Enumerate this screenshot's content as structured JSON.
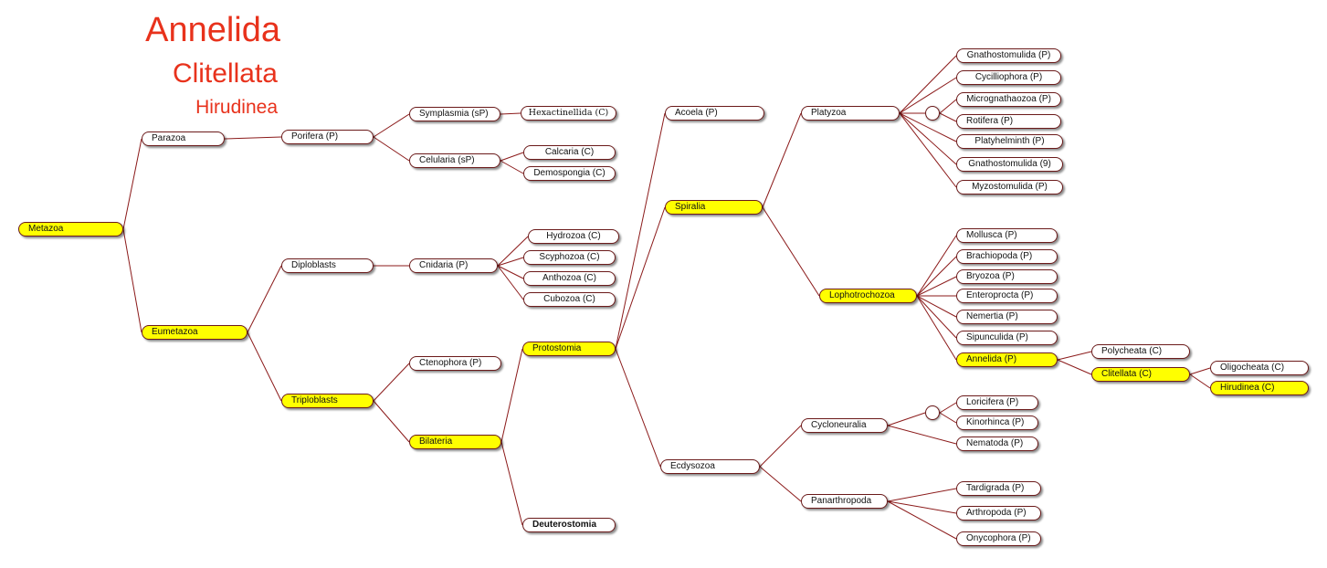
{
  "titles": {
    "phylum": "Annelida",
    "class": "Clitellata",
    "subclass": "Hirudinea"
  },
  "colors": {
    "title": "#e8321c",
    "highlight": "#ffff00",
    "link": "#8b1a1a"
  },
  "nodes": {
    "metazoa": "Metazoa",
    "parazoa": "Parazoa",
    "eumetazoa": "Eumetazoa",
    "porifera": "Porifera (P)",
    "symplasmia": "Symplasmia (sP)",
    "celularia": "Celularia (sP)",
    "hexactinellida": "Hexactinellida (C)",
    "calcaria": "Calcaria (C)",
    "demospongia": "Demospongia (C)",
    "diploblasts": "Diploblasts",
    "triploblasts": "Triploblasts",
    "cnidaria": "Cnidaria (P)",
    "hydrozoa": "Hydrozoa (C)",
    "scyphozoa": "Scyphozoa (C)",
    "anthozoa": "Anthozoa (C)",
    "cubozoa": "Cubozoa (C)",
    "ctenophora": "Ctenophora (P)",
    "bilateria": "Bilateria",
    "protostomia": "Protostomia",
    "deuterostomia": "Deuterostomia",
    "acoela": "Acoela (P)",
    "spiralia": "Spiralia",
    "ecdysozoa": "Ecdysozoa",
    "platyzoa": "Platyzoa",
    "lophotrochozoa": "Lophotrochozoa",
    "gnathostomulida": "Gnathostomulida (P)",
    "cycilliophora": "Cycilliophora (P)",
    "micrognathaozoa": "Micrognathaozoa (P)",
    "rotifera": "Rotifera (P)",
    "platyhelminth": "Platyhelminth (P)",
    "gnathostomulida2": "Gnathostomulida (9)",
    "myzostomulida": "Myzostomulida (P)",
    "mollusca": "Mollusca (P)",
    "brachiopoda": "Brachiopoda (P)",
    "bryozoa": "Bryozoa (P)",
    "enteroprocta": "Enteroprocta (P)",
    "nemertia": "Nemertia (P)",
    "sipunculida": "Sipunculida (P)",
    "annelida": "Annelida (P)",
    "polycheata": "Polycheata (C)",
    "clitellata": "Clitellata (C)",
    "oligocheata": "Oligocheata (C)",
    "hirudinea": "Hirudinea (C)",
    "cycloneuralia": "Cycloneuralia",
    "panarthropoda": "Panarthropoda",
    "loricifera": "Loricifera (P)",
    "kinorhinca": "Kinorhinca (P)",
    "nematoda": "Nematoda (P)",
    "tardigrada": "Tardigrada (P)",
    "arthropoda": "Arthropoda (P)",
    "onycophora": "Onycophora (P)"
  }
}
